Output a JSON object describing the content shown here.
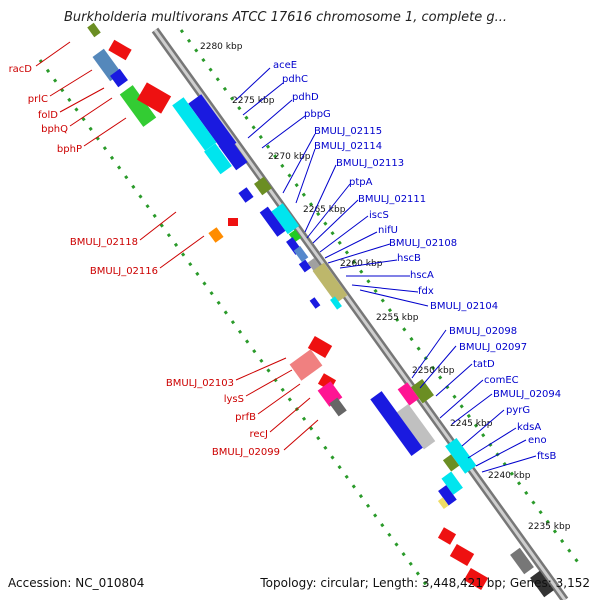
{
  "header": {
    "title": "Burkholderia multivorans ATCC 17616 chromosome 1, complete g..."
  },
  "footer": {
    "accession": "Accession: NC_010804",
    "summary": "Topology: circular; Length: 3,448,421 bp; Genes: 3,152"
  },
  "ruler": {
    "ticks": [
      "2280 kbp",
      "2275 kbp",
      "2270 kbp",
      "2265 kbp",
      "2260 kbp",
      "2255 kbp",
      "2250 kbp",
      "2245 kbp",
      "2240 kbp",
      "2235 kbp"
    ]
  },
  "genes": {
    "forward": [
      "aceE",
      "pdhC",
      "pdhD",
      "pbpG",
      "BMULJ_02115",
      "BMULJ_02114",
      "BMULJ_02113",
      "ptpA",
      "BMULJ_02111",
      "iscS",
      "nifU",
      "BMULJ_02108",
      "hscB",
      "hscA",
      "fdx",
      "BMULJ_02104",
      "BMULJ_02098",
      "BMULJ_02097",
      "tatD",
      "comEC",
      "BMULJ_02094",
      "pyrG",
      "kdsA",
      "eno",
      "ftsB"
    ],
    "reverse": [
      "racD",
      "prlC",
      "folD",
      "bphQ",
      "bphP",
      "BMULJ_02118",
      "BMULJ_02116",
      "BMULJ_02103",
      "lysS",
      "prfB",
      "recJ",
      "BMULJ_02099"
    ]
  },
  "colors": {
    "forward_label": "#0000cc",
    "reverse_label": "#cc0000",
    "backbone": "#888888",
    "gc_skew": "#229922"
  }
}
